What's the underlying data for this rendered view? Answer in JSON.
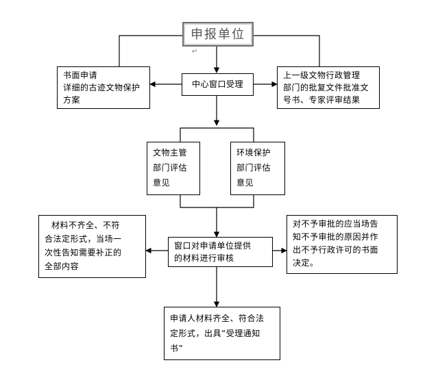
{
  "nodes": {
    "apply_unit": {
      "text": "申报单位"
    },
    "written_request": {
      "line1": "书面申请",
      "line2": "详细的古迹文物保护",
      "line3": "方案"
    },
    "center_window": {
      "text": "中心窗口受理"
    },
    "superior_approval": {
      "line1": "上一级文物行政管理",
      "line2": "部门的批复文件批准文",
      "line3": "号书、专家评审结果"
    },
    "relics_dept": {
      "line1": "文物主管",
      "line2": "部门评估",
      "line3": "意见"
    },
    "env_dept": {
      "line1": "环境保护",
      "line2": "部门评估",
      "line3": "意见"
    },
    "incomplete_materials": {
      "line1": "材料不齐全、不符",
      "line2": "合法定形式，当场一",
      "line3": "次性告知需要补正的",
      "line4": "全部内容"
    },
    "window_review": {
      "line1": "窗口对申请单位提供",
      "line2": "的材料进行审核"
    },
    "rejection": {
      "line1": "对不予审批的应当场告",
      "line2": "知不予审批的原因并作",
      "line3": "出不予行政许可的书面",
      "line4": "决定。"
    },
    "acceptance": {
      "line1": "申请人材料齐全、符合法",
      "line2": "定形式，出具“受理通知",
      "line3": "书”"
    }
  },
  "paragraph_mark": "↵"
}
